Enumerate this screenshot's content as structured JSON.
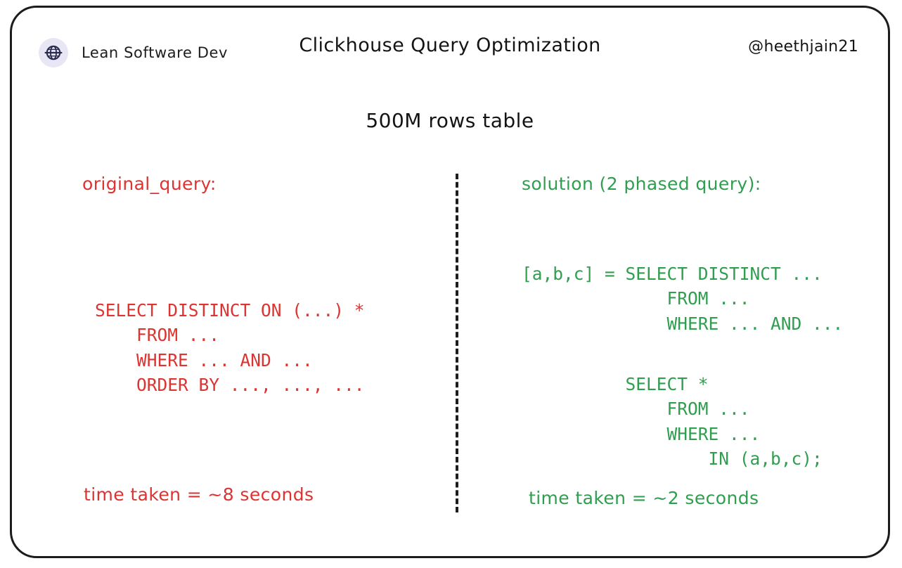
{
  "header": {
    "logo_icon": "globe-badge-icon",
    "brand_name": "Lean Software Dev",
    "title": "Clickhouse Query Optimization",
    "handle": "@heethjain21"
  },
  "subtitle": "500M rows table",
  "colors": {
    "red": "#dd3331",
    "green": "#2f9e4f",
    "border": "#1c1c1c",
    "logo_badge_bg": "#e8e6f5",
    "logo_glyph": "#2b2a4f",
    "background": "#ffffff"
  },
  "left_column": {
    "label": "original_query:",
    "code": "SELECT DISTINCT ON (...) *\n    FROM ...\n    WHERE ... AND ...\n    ORDER BY ..., ..., ...",
    "timing": "time taken = ~8 seconds"
  },
  "right_column": {
    "label": "solution (2 phased query):",
    "code_phase_1": "[a,b,c] = SELECT DISTINCT ...\n              FROM ...\n              WHERE ... AND ...",
    "code_phase_2": "          SELECT *\n              FROM ...\n              WHERE ...\n                  IN (a,b,c);",
    "timing": "time taken = ~2 seconds"
  }
}
